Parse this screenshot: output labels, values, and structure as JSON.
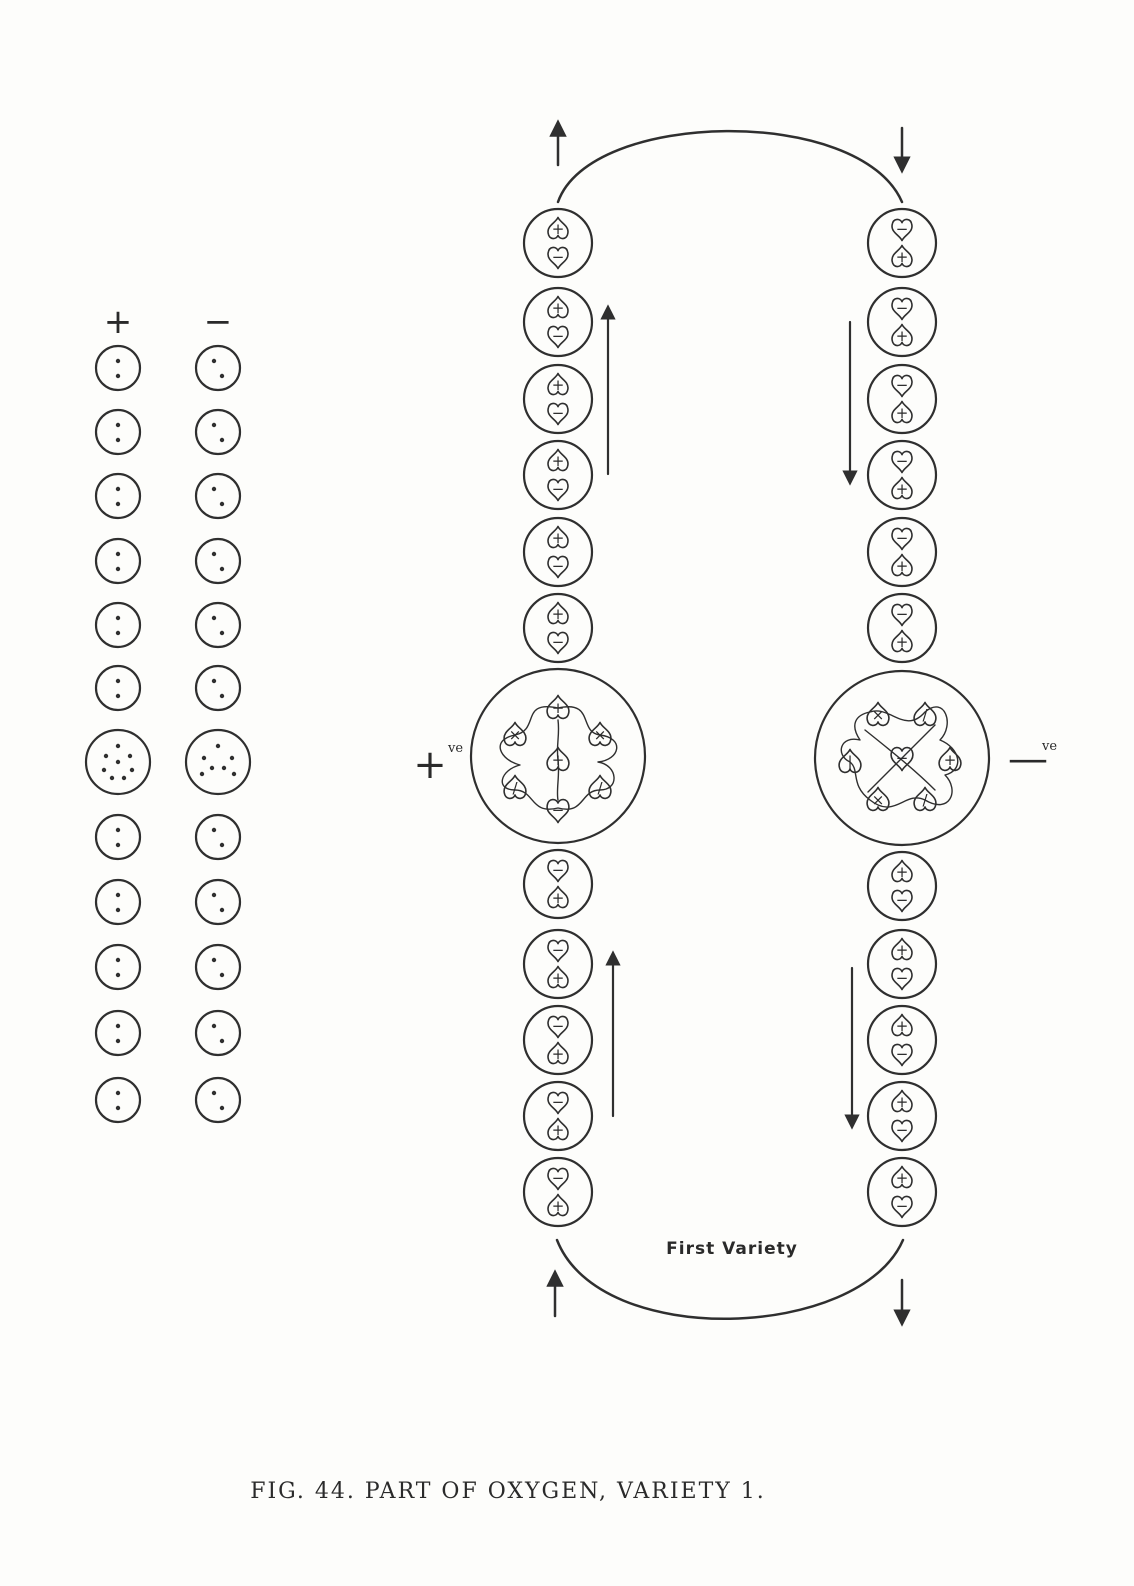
{
  "left_columns": {
    "plus_header": "+",
    "minus_header": "−",
    "count": 12
  },
  "poles": {
    "positive_label": "+",
    "positive_superscript": "ve",
    "negative_label": "—",
    "negative_superscript": "ve"
  },
  "variety_label": "First Variety",
  "caption": "FIG.  44.  PART  OF  OXYGEN,  VARIETY  1."
}
